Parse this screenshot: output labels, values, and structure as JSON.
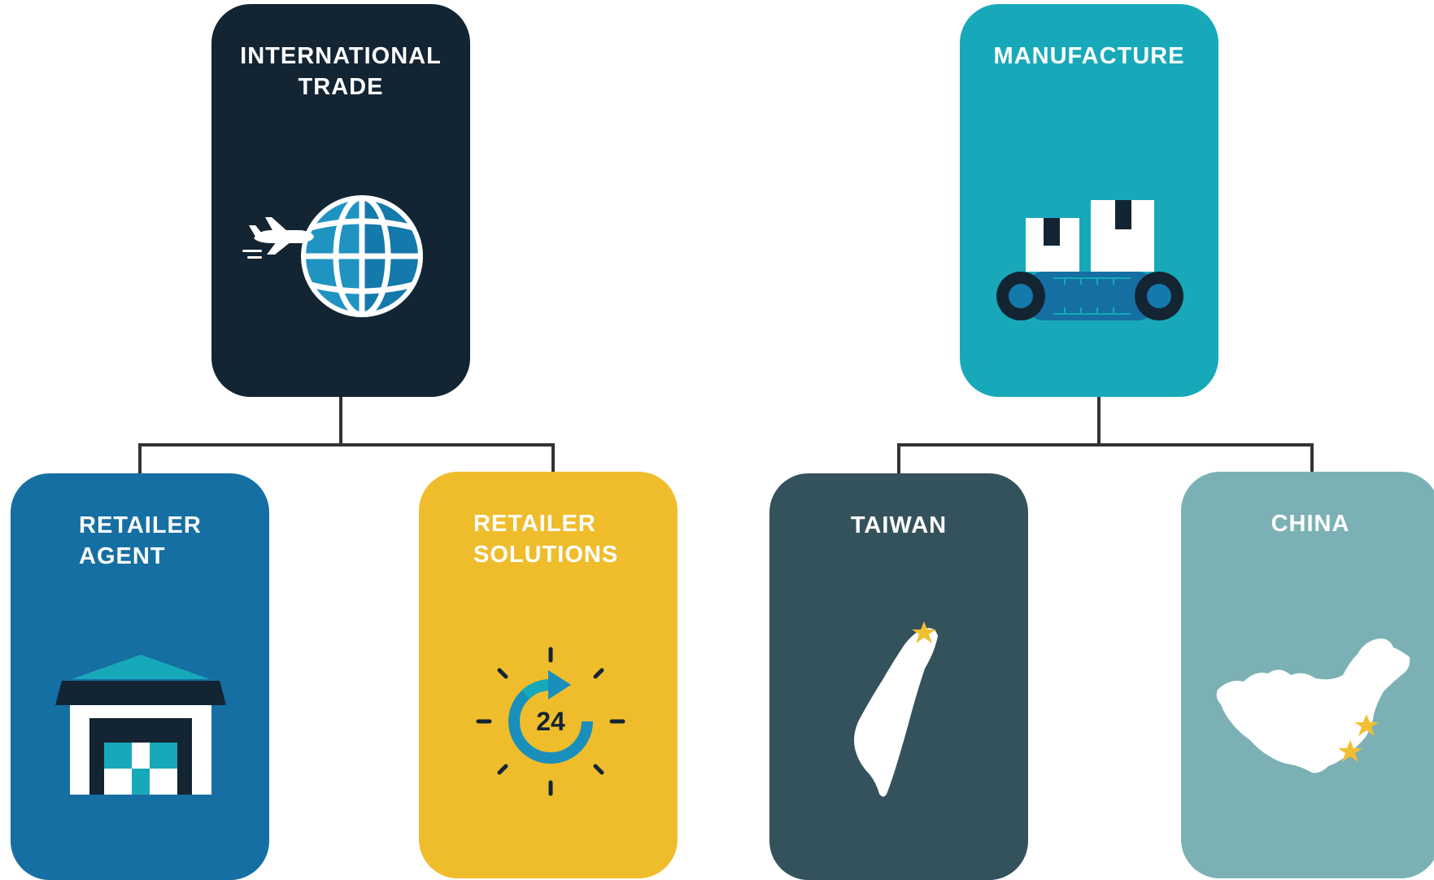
{
  "colors": {
    "international_trade": "#132532",
    "manufacture": "#17a9ba",
    "retailer_agent": "#156fa2",
    "retailer_solutions": "#efbd2b",
    "taiwan": "#34525c",
    "china": "#7bb1b5",
    "connector": "#333333",
    "star": "#f2be32"
  },
  "diagram": {
    "groups": [
      {
        "parent": {
          "label": "INTERNATIONAL\nTRADE",
          "icon": "airplane-globe-icon"
        },
        "children": [
          {
            "label": "RETAILER\nAGENT",
            "icon": "warehouse-icon"
          },
          {
            "label": "RETAILER\nSOLUTIONS",
            "icon": "24-hour-icon"
          }
        ]
      },
      {
        "parent": {
          "label": "MANUFACTURE",
          "icon": "conveyor-belt-icon"
        },
        "children": [
          {
            "label": "TAIWAN",
            "icon": "taiwan-map-icon"
          },
          {
            "label": "CHINA",
            "icon": "china-map-icon"
          }
        ]
      }
    ],
    "clock_text": "24"
  }
}
